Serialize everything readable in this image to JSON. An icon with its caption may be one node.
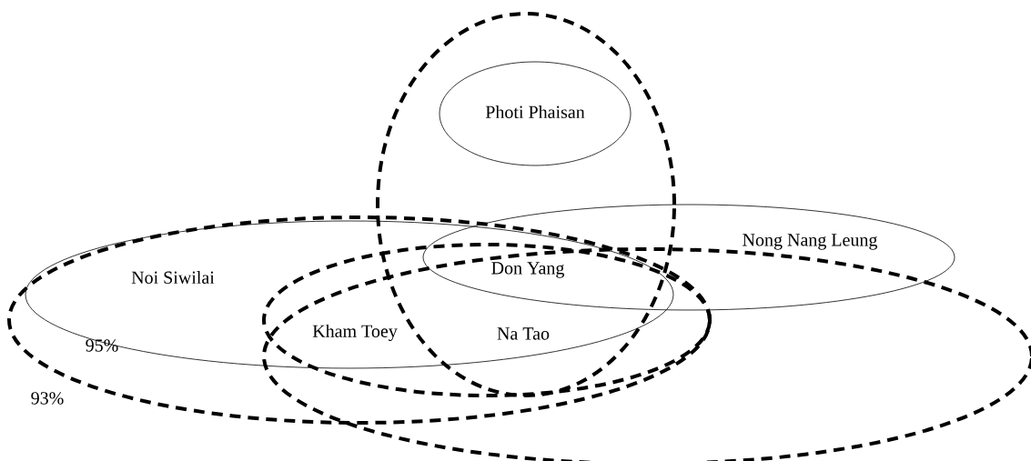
{
  "diagram": {
    "nodes": [
      {
        "text": [],
        "shape": "ellipse"
      },
      {
        "text": [
          "Photi Phaisan"
        ],
        "in": 0
      },
      {
        "text": [],
        "shape": "ellipse"
      },
      {
        "text": [
          "Noi Siwilai"
        ],
        "in": 2
      },
      {
        "text": [],
        "shape": "ellipse"
      },
      {
        "text": [
          "Nong Nang Leung"
        ]
      },
      {
        "text": [],
        "shape": "ellipse"
      }
    ],
    "labels": [
      "Don Yang",
      "95%",
      "Kham Toey",
      "Na Tao",
      "93%"
    ]
  }
}
